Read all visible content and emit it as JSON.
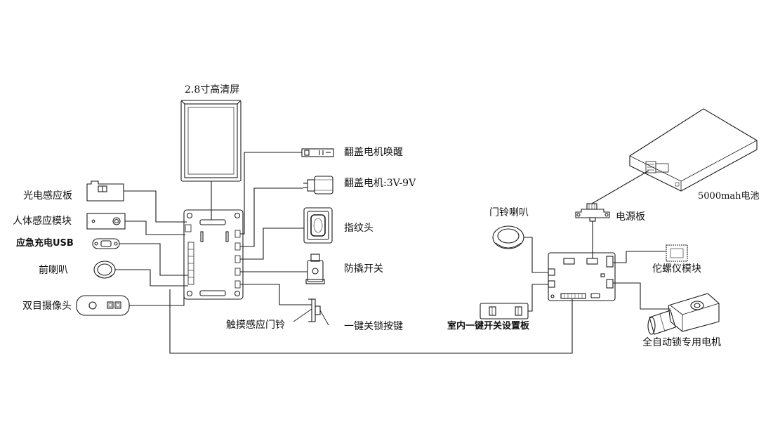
{
  "labels": {
    "screen": "2.8寸高清屏",
    "cover_motor_wake": "翻盖电机唤醒",
    "cover_motor": "翻盖电机:3V-9V",
    "fingerprint": "指纹头",
    "tamper_switch": "防撬开关",
    "touch_doorbell": "触摸感应门铃",
    "one_key_lock": "一键关锁按键",
    "light_sensor": "光电感应板",
    "pir_module": "人体感应模块",
    "emergency_usb": "应急充电USB",
    "front_speaker": "前喇叭",
    "dual_camera": "双目摄像头",
    "doorbell_speaker": "门铃喇叭",
    "battery": "5000mah电池",
    "power_board": "电源板",
    "gyro_module": "佗螺仪模块",
    "indoor_switch_board": "室内一键开关设置板",
    "auto_lock_motor": "全自动锁专用电机"
  },
  "colors": {
    "stroke": "#1a1a1a",
    "background": "#ffffff"
  }
}
